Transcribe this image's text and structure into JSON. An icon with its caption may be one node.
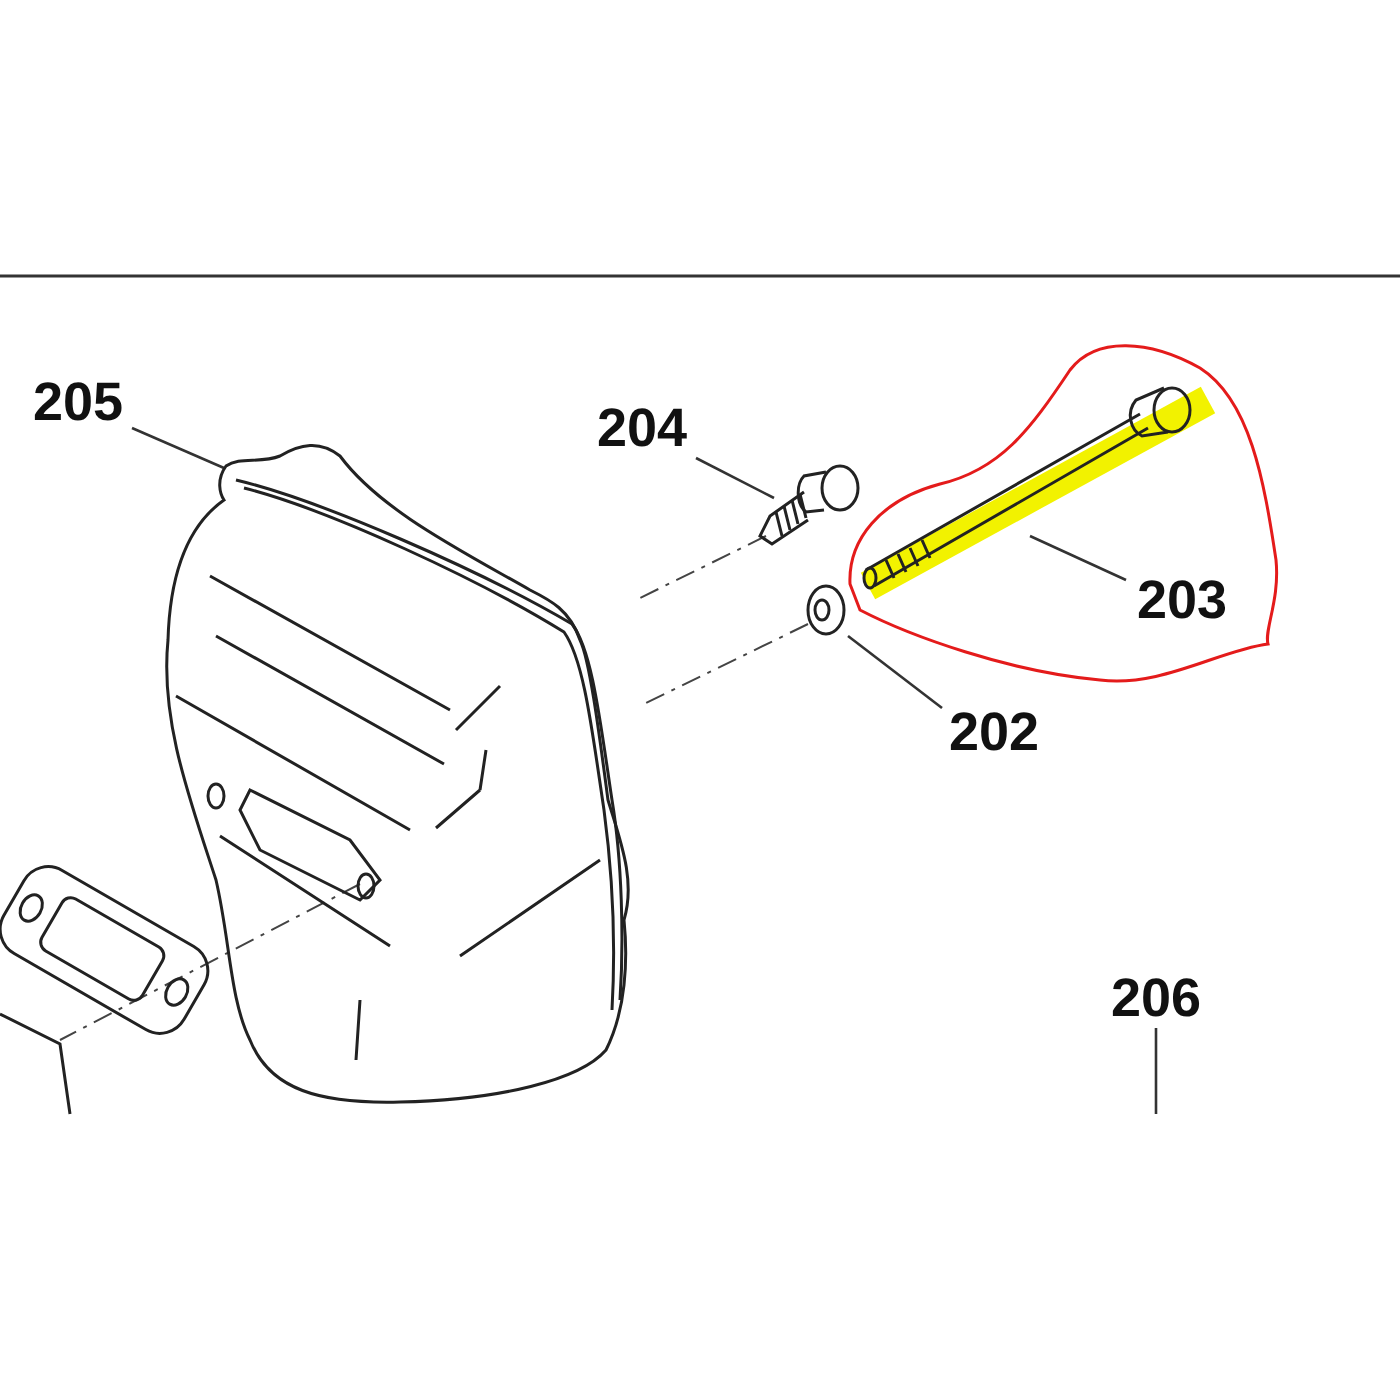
{
  "diagram": {
    "nodes": [
      {
        "text": [
          "205"
        ]
      },
      {
        "text": [],
        "shape": "picture"
      },
      {
        "text": [
          "204"
        ]
      },
      {
        "text": [],
        "shape": "picture"
      },
      {
        "text": [],
        "shape": "picture"
      },
      {
        "text": [
          "203"
        ]
      },
      {
        "text": [],
        "shape": "picture"
      },
      {
        "text": [
          "202"
        ]
      },
      {
        "text": [
          "206"
        ]
      }
    ],
    "edges": [
      {
        "from": 0,
        "to": 1,
        "arrow": "none"
      },
      {
        "from": 2,
        "to": 3,
        "arrow": "none"
      },
      {
        "from": 5,
        "to": 4,
        "arrow": "none"
      },
      {
        "from": 7,
        "to": 6,
        "arrow": "none"
      },
      {
        "from": 8,
        "to": null,
        "arrow": "none"
      }
    ]
  }
}
